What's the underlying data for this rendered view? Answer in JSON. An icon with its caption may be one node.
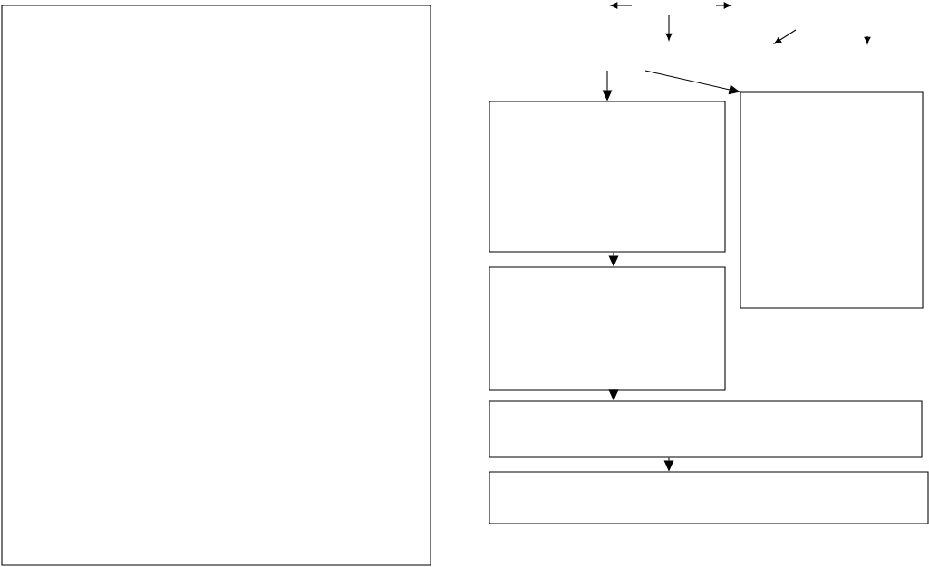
{
  "diagram": {
    "nodes": [
      {
        "text": [],
        "shape": "box"
      },
      {
        "text": [],
        "shape": "box"
      },
      {
        "text": [],
        "shape": "box"
      },
      {
        "text": [],
        "shape": "box"
      },
      {
        "text": [],
        "shape": "box"
      },
      {
        "text": [],
        "shape": "box"
      }
    ],
    "edges": [
      {
        "from": null,
        "to": 1,
        "arrow": "to"
      },
      {
        "from": null,
        "to": 2,
        "arrow": "to"
      },
      {
        "from": 1,
        "to": 3,
        "arrow": "to"
      },
      {
        "from": 3,
        "to": 4,
        "arrow": "to"
      },
      {
        "from": 4,
        "to": 5,
        "arrow": "to"
      }
    ]
  }
}
